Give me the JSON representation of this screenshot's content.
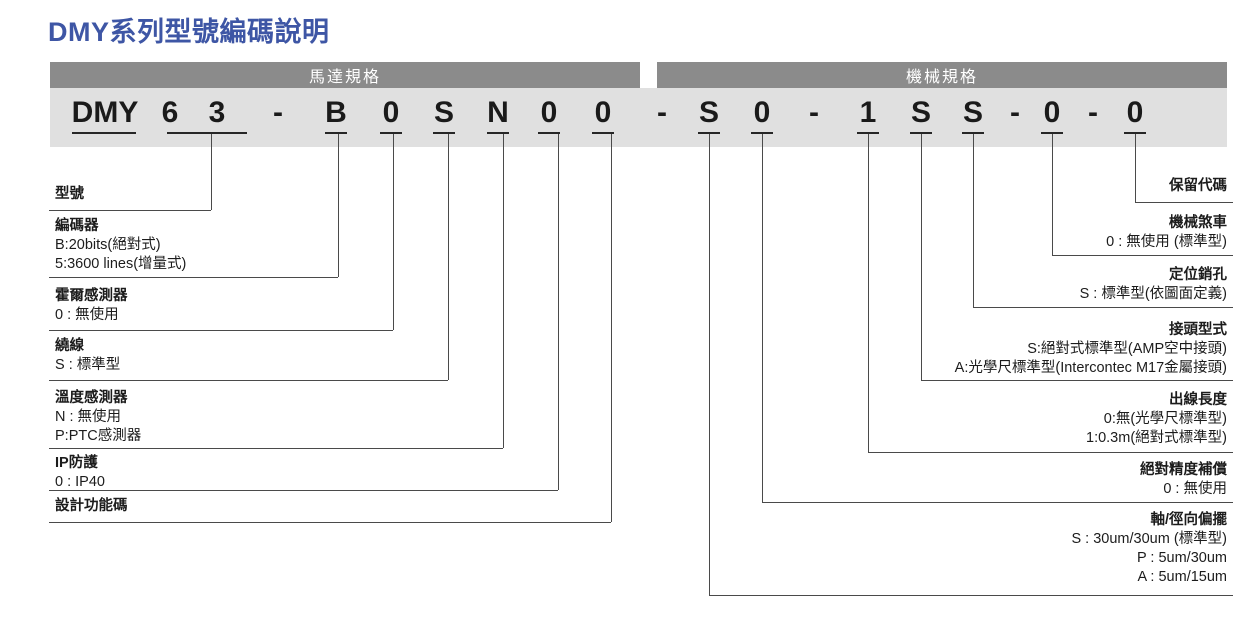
{
  "title": "DMY系列型號編碼說明",
  "headers": {
    "motor": "馬達規格",
    "mechanical": "機械規格"
  },
  "code": {
    "full": "DMY63-B0SN00-S0-1SS-0-0",
    "chars": [
      "DMY",
      "6",
      "3",
      "-",
      "B",
      "0",
      "S",
      "N",
      "0",
      "0",
      "-",
      "S",
      "0",
      "-",
      "1",
      "S",
      "S",
      "-",
      "0",
      "-",
      "0"
    ]
  },
  "left_sections": [
    {
      "title": "型號",
      "values": []
    },
    {
      "title": "編碼器",
      "values": [
        "B:20bits(絕對式)",
        "5:3600 lines(增量式)"
      ]
    },
    {
      "title": "霍爾感測器",
      "values": [
        "0 : 無使用"
      ]
    },
    {
      "title": "繞線",
      "values": [
        "S : 標準型"
      ]
    },
    {
      "title": "溫度感測器",
      "values": [
        "N : 無使用",
        "P:PTC感測器"
      ]
    },
    {
      "title": "IP防護",
      "values": [
        "0 : IP40"
      ]
    },
    {
      "title": "設計功能碼",
      "values": []
    }
  ],
  "right_sections": [
    {
      "title": "保留代碼",
      "values": []
    },
    {
      "title": "機械煞車",
      "values": [
        "0 : 無使用 (標準型)"
      ]
    },
    {
      "title": "定位銷孔",
      "values": [
        "S : 標準型(依圖面定義)"
      ]
    },
    {
      "title": "接頭型式",
      "values": [
        "S:絕對式標準型(AMP空中接頭)",
        "A:光學尺標準型(Intercontec M17金屬接頭)"
      ]
    },
    {
      "title": "出線長度",
      "values": [
        "0:無(光學尺標準型)",
        "1:0.3m(絕對式標準型)"
      ]
    },
    {
      "title": "絕對精度補償",
      "values": [
        "0 : 無使用"
      ]
    },
    {
      "title": "軸/徑向偏擺",
      "values": [
        "S : 30um/30um (標準型)",
        "P : 5um/30um",
        "A : 5um/15um"
      ]
    }
  ],
  "colors": {
    "title_blue": "#3e56a5",
    "header_bar_gray": "#8b8b8b",
    "code_band_gray": "#e0e0e0",
    "line_gray": "#4a4a4a"
  }
}
